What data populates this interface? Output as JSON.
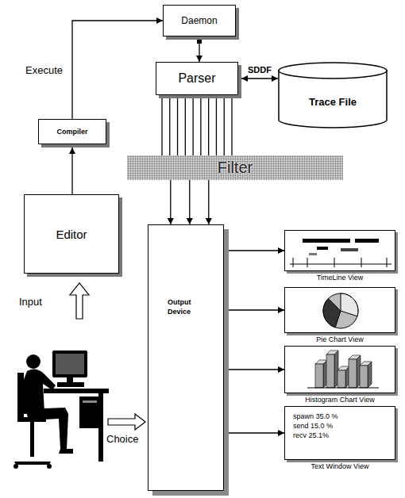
{
  "diagram": {
    "nodes": [
      {
        "text": [
          "Daemon"
        ]
      },
      {
        "text": [
          "Parser"
        ]
      },
      {
        "text": [
          "Trace File"
        ]
      },
      {
        "text": [
          "Compiler"
        ]
      },
      {
        "text": [
          "Filter"
        ]
      },
      {
        "text": [
          "Editor"
        ]
      },
      {
        "text": [
          "Output Device"
        ]
      },
      {
        "text": [
          "TimeLine View"
        ]
      },
      {
        "text": [
          "Pie Chart View"
        ]
      },
      {
        "text": [
          "Histogram Chart View"
        ]
      },
      {
        "text": [
          "spawn 35.0 %",
          "send 15.0 %",
          "recv 25.1%",
          "Text Window View"
        ]
      }
    ],
    "edges": [
      {
        "from": 5,
        "to": 3,
        "arrow": "to"
      },
      {
        "from": 3,
        "to": 0,
        "label": "Execute",
        "arrow": "to"
      },
      {
        "from": 0,
        "to": 1,
        "arrow": "to"
      },
      {
        "from": 1,
        "to": 2,
        "label": "SDDF",
        "arrow": "both"
      },
      {
        "from": 1,
        "to": 4,
        "arrow": "none"
      },
      {
        "from": 4,
        "to": 6,
        "arrow": "to"
      },
      {
        "from": 6,
        "to": 7,
        "arrow": "to"
      },
      {
        "from": 6,
        "to": 8,
        "arrow": "to"
      },
      {
        "from": 6,
        "to": 9,
        "arrow": "to"
      },
      {
        "from": 6,
        "to": 10,
        "arrow": "to"
      }
    ],
    "labels": [
      "Input",
      "Choice"
    ]
  }
}
